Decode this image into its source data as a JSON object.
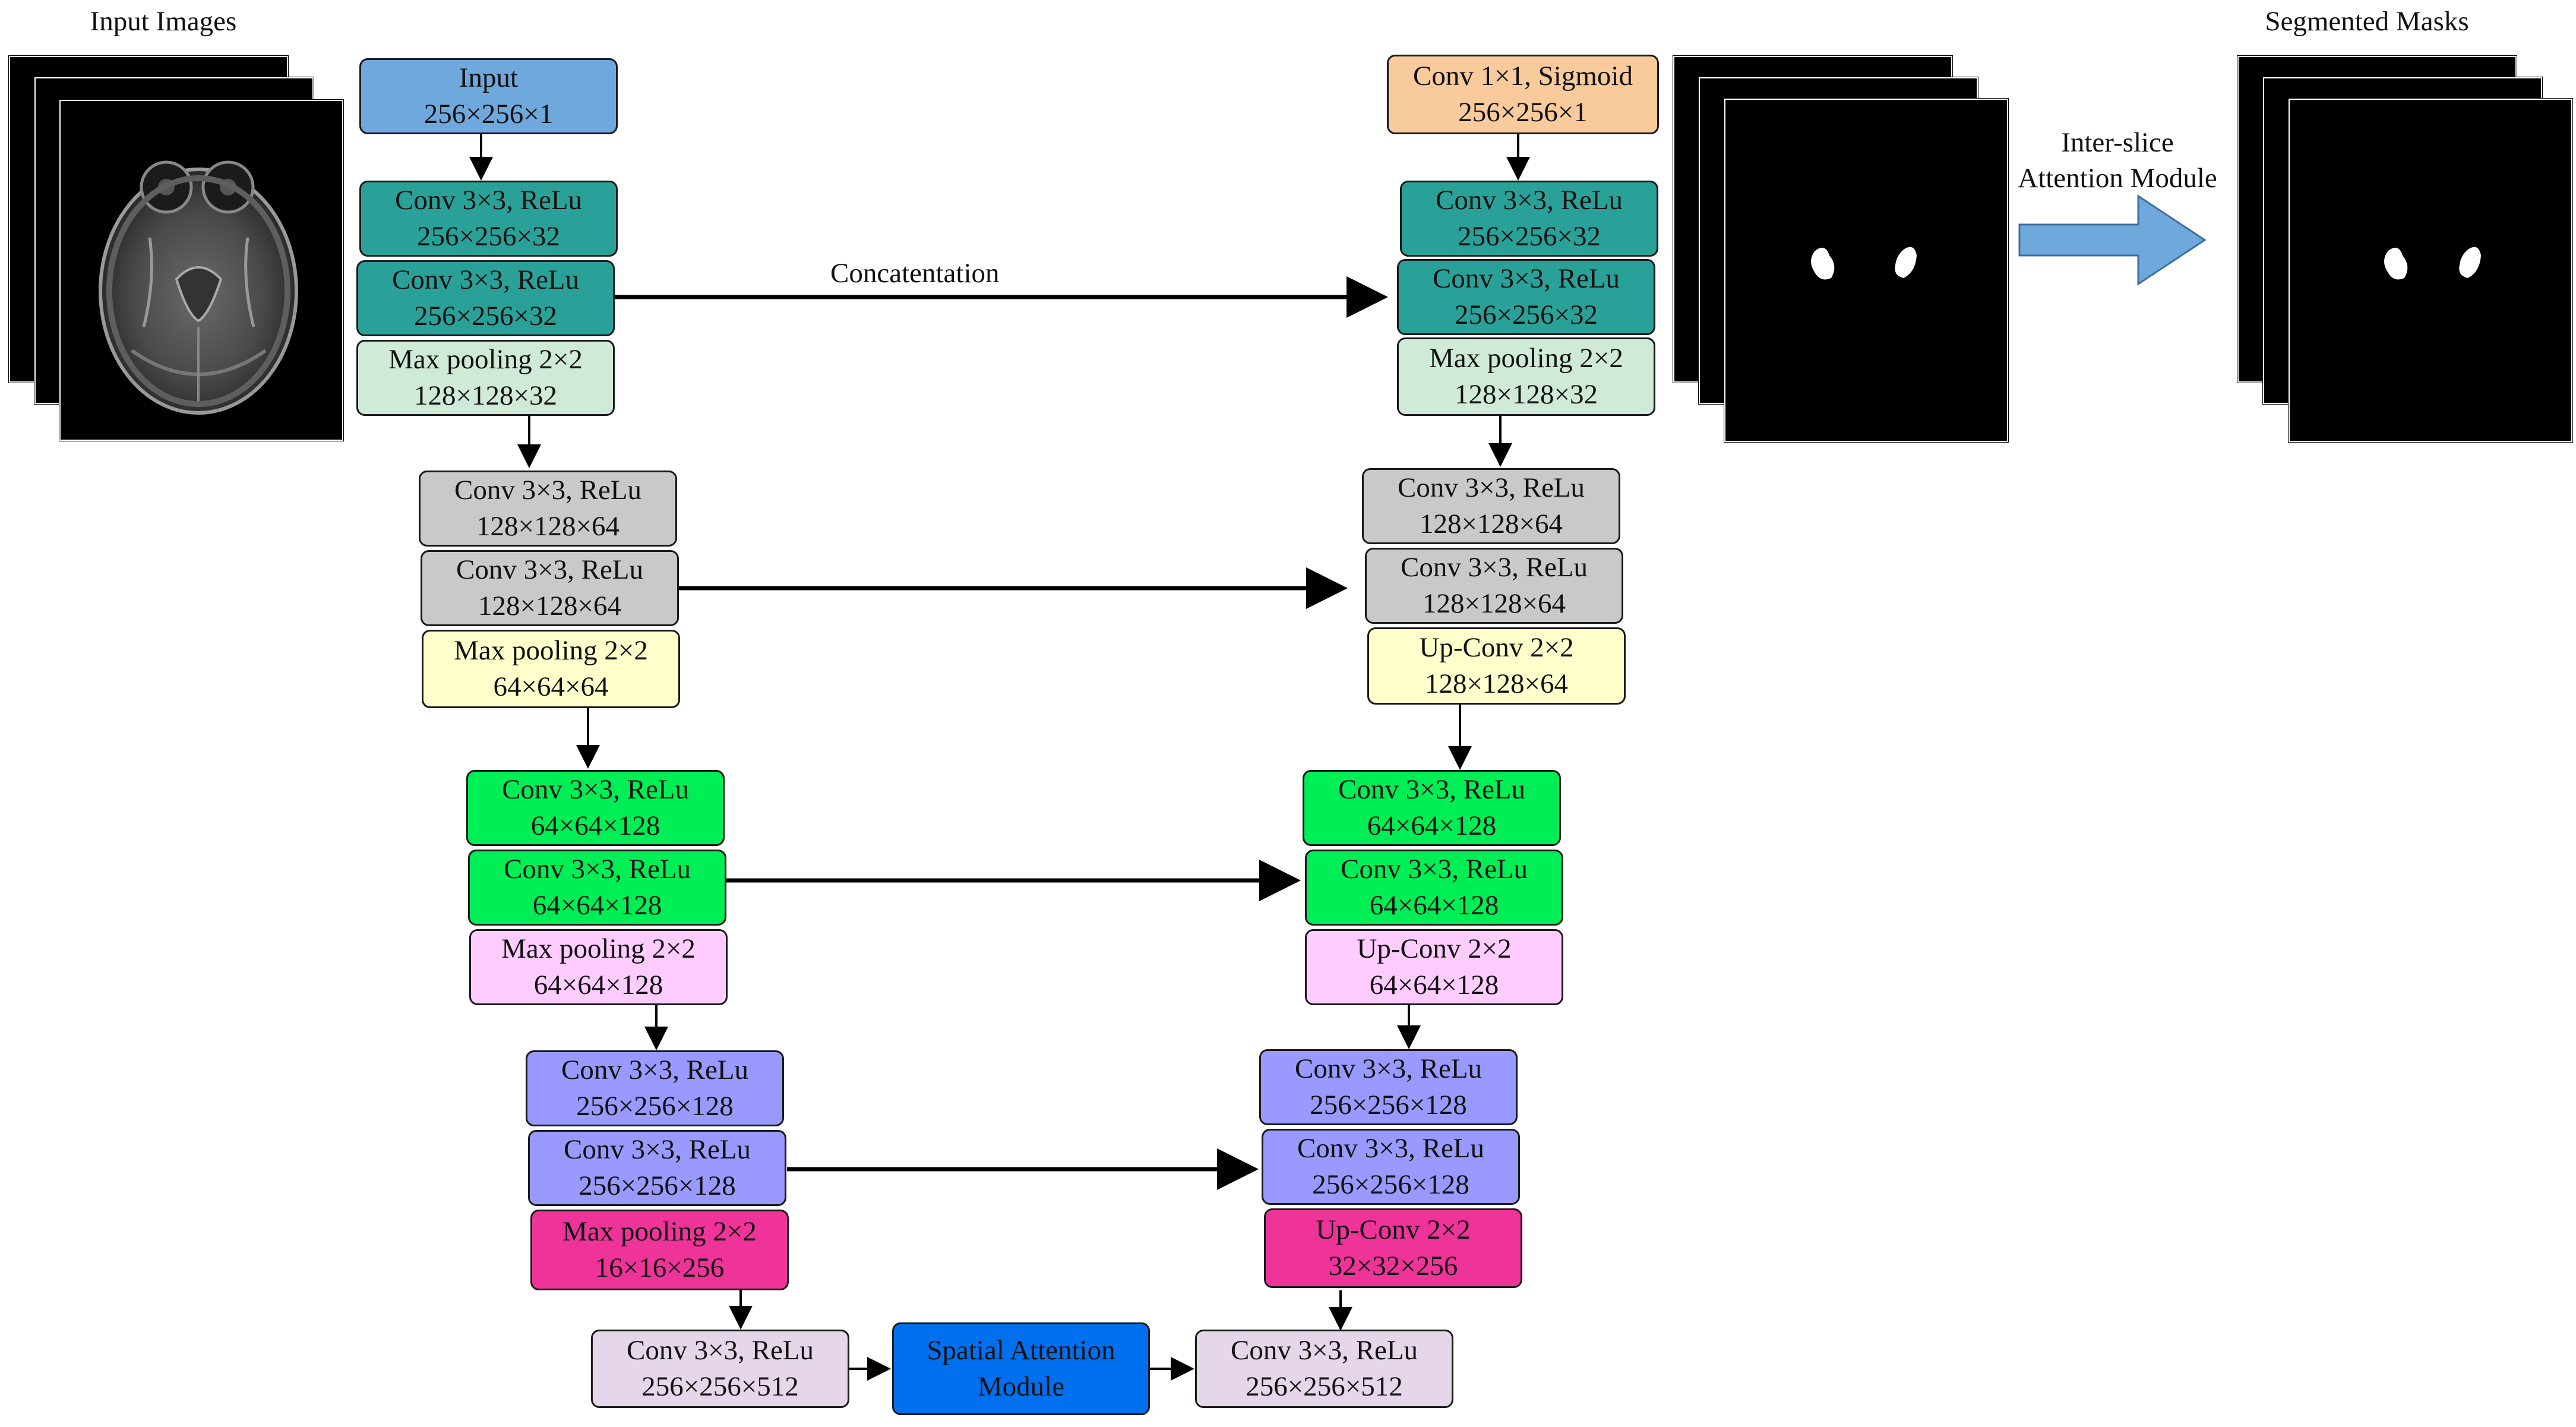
{
  "captions": {
    "input_images": "Input Images",
    "segmented_masks": "Segmented Masks",
    "concatenation": "Concatentation",
    "inter_slice_line1": "Inter-slice",
    "inter_slice_line2": "Attention Module"
  },
  "colors": {
    "input": "#6FA8DC",
    "output": "#F9CB9C",
    "teal": "#2AA198",
    "mint": "#D0EAD8",
    "gray": "#C9C9C9",
    "yellow": "#FFFFCC",
    "green": "#00EE55",
    "pink": "#FFCCFF",
    "lavender": "#9999FF",
    "magenta": "#EE3399",
    "lilac": "#E6D6EA",
    "blue": "#0070EE",
    "arrow": "#6FA8DC"
  },
  "encoder": {
    "input": {
      "line1": "Input",
      "line2": "256×256×1"
    },
    "l1_conv_a": {
      "line1": "Conv 3×3, ReLu",
      "line2": "256×256×32"
    },
    "l1_conv_b": {
      "line1": "Conv 3×3, ReLu",
      "line2": "256×256×32"
    },
    "l1_pool": {
      "line1": "Max pooling 2×2",
      "line2": "128×128×32"
    },
    "l2_conv_a": {
      "line1": "Conv 3×3, ReLu",
      "line2": "128×128×64"
    },
    "l2_conv_b": {
      "line1": "Conv 3×3, ReLu",
      "line2": "128×128×64"
    },
    "l2_pool": {
      "line1": "Max pooling 2×2",
      "line2": "64×64×64"
    },
    "l3_conv_a": {
      "line1": "Conv 3×3, ReLu",
      "line2": "64×64×128"
    },
    "l3_conv_b": {
      "line1": "Conv 3×3, ReLu",
      "line2": "64×64×128"
    },
    "l3_pool": {
      "line1": "Max pooling 2×2",
      "line2": "64×64×128"
    },
    "l4_conv_a": {
      "line1": "Conv 3×3, ReLu",
      "line2": "256×256×128"
    },
    "l4_conv_b": {
      "line1": "Conv 3×3, ReLu",
      "line2": "256×256×128"
    },
    "l4_pool": {
      "line1": "Max pooling 2×2",
      "line2": "16×16×256"
    }
  },
  "bottleneck": {
    "conv_left": {
      "line1": "Conv 3×3, ReLu",
      "line2": "256×256×512"
    },
    "spatial_attention": {
      "line1": "Spatial Attention",
      "line2": "Module"
    },
    "conv_right": {
      "line1": "Conv 3×3, ReLu",
      "line2": "256×256×512"
    }
  },
  "decoder": {
    "output": {
      "line1": "Conv 1×1, Sigmoid",
      "line2": "256×256×1"
    },
    "l1_conv_a": {
      "line1": "Conv 3×3, ReLu",
      "line2": "256×256×32"
    },
    "l1_conv_b": {
      "line1": "Conv 3×3, ReLu",
      "line2": "256×256×32"
    },
    "l1_pool": {
      "line1": "Max pooling 2×2",
      "line2": "128×128×32"
    },
    "l2_conv_a": {
      "line1": "Conv 3×3, ReLu",
      "line2": "128×128×64"
    },
    "l2_conv_b": {
      "line1": "Conv 3×3, ReLu",
      "line2": "128×128×64"
    },
    "l2_up": {
      "line1": "Up-Conv 2×2",
      "line2": "128×128×64"
    },
    "l3_conv_a": {
      "line1": "Conv 3×3, ReLu",
      "line2": "64×64×128"
    },
    "l3_conv_b": {
      "line1": "Conv 3×3, ReLu",
      "line2": "64×64×128"
    },
    "l3_up": {
      "line1": "Up-Conv 2×2",
      "line2": "64×64×128"
    },
    "l4_conv_a": {
      "line1": "Conv 3×3, ReLu",
      "line2": "256×256×128"
    },
    "l4_conv_b": {
      "line1": "Conv 3×3, ReLu",
      "line2": "256×256×128"
    },
    "l4_up": {
      "line1": "Up-Conv 2×2",
      "line2": "32×32×256"
    }
  }
}
